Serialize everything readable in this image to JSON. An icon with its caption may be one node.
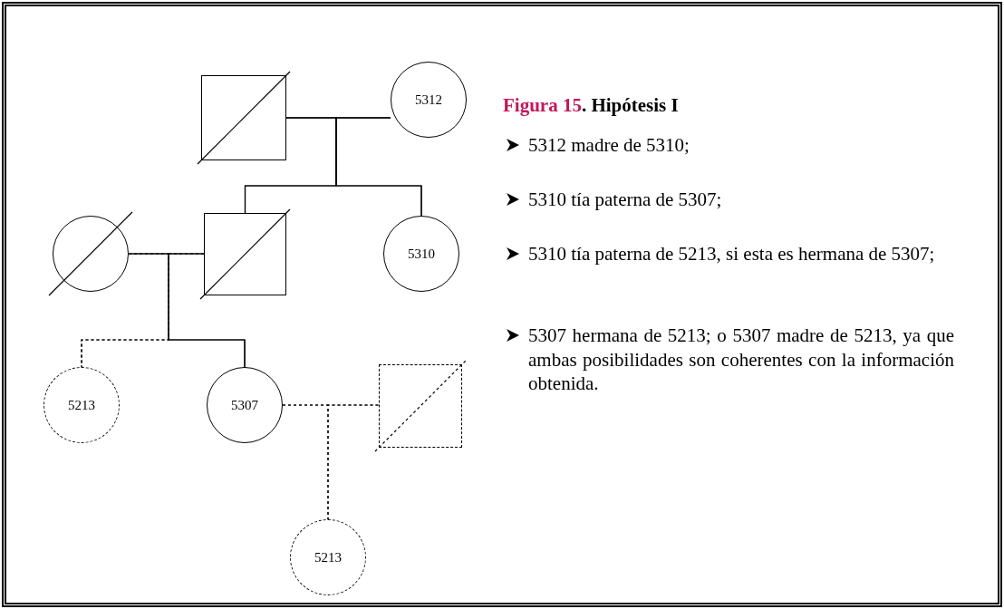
{
  "diagram": {
    "title": "Figura 15. Hipótesis I",
    "nodes": [
      {
        "text": [],
        "shape": "box"
      },
      {
        "text": [
          "5312"
        ]
      },
      {
        "text": [],
        "shape": "circle"
      },
      {
        "text": [],
        "shape": "box"
      },
      {
        "text": [
          "5310"
        ]
      },
      {
        "text": [
          "5213"
        ]
      },
      {
        "text": [
          "5307"
        ]
      },
      {
        "text": [],
        "shape": "box"
      },
      {
        "text": [
          "5213"
        ]
      }
    ],
    "edges": [
      {
        "from": 0,
        "to": 1,
        "arrow": "none"
      },
      {
        "from": 0,
        "to": 3,
        "arrow": "none"
      },
      {
        "from": 1,
        "to": 3,
        "arrow": "none"
      },
      {
        "from": 0,
        "to": 4,
        "arrow": "none"
      },
      {
        "from": 1,
        "to": 4,
        "arrow": "none"
      },
      {
        "from": 2,
        "to": 3,
        "arrow": "none"
      },
      {
        "from": 2,
        "to": 5,
        "arrow": "none",
        "style": "dashed"
      },
      {
        "from": 3,
        "to": 5,
        "arrow": "none",
        "style": "dashed"
      },
      {
        "from": 2,
        "to": 6,
        "arrow": "none"
      },
      {
        "from": 3,
        "to": 6,
        "arrow": "none"
      },
      {
        "from": 6,
        "to": 7,
        "arrow": "none",
        "style": "dashed"
      },
      {
        "from": 6,
        "to": 8,
        "arrow": "none",
        "style": "dashed"
      },
      {
        "from": 7,
        "to": 8,
        "arrow": "none",
        "style": "dashed"
      }
    ],
    "labels": [
      "5312 madre de 5310;",
      "5310 tía paterna de 5307;",
      "5310 tía paterna de 5213, si esta es hermana de 5307;",
      "5307 hermana de 5213; o 5307 madre de 5213, ya que ambas posibilidades son coherentes con la información obtenida."
    ]
  }
}
